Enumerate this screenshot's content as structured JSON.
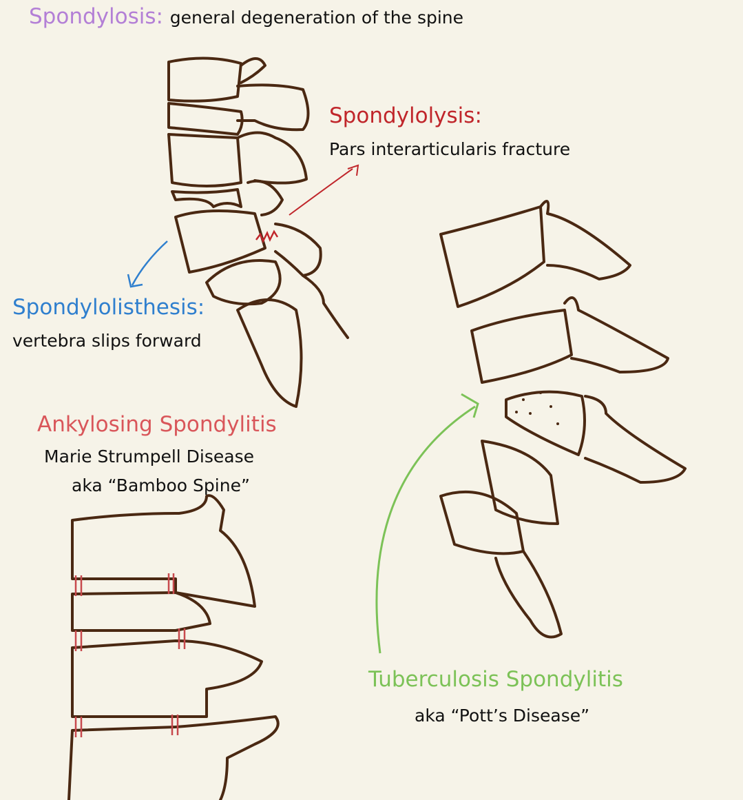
{
  "colors": {
    "background": "#f6f3e8",
    "bone": "#4a2812",
    "spondylosis": "#b37fd6",
    "spondylolysis": "#c0262b",
    "spondylolisthesis": "#2f7fce",
    "ankylosing": "#d9565a",
    "tuberculosis": "#7cc257"
  },
  "spondylosis": {
    "title": "Spondylosis:",
    "desc": "general degeneration of the spine"
  },
  "spondylolysis": {
    "title": "Spondylolysis:",
    "desc": "Pars interarticularis fracture"
  },
  "spondylolisthesis": {
    "title": "Spondylolisthesis:",
    "desc": "vertebra slips forward"
  },
  "ankylosing": {
    "title": "Ankylosing Spondylitis",
    "line1": "Marie Strumpell Disease",
    "line2": "aka “Bamboo Spine”"
  },
  "tuberculosis": {
    "title": "Tuberculosis Spondylitis",
    "line1": "aka “Pott’s Disease”"
  }
}
